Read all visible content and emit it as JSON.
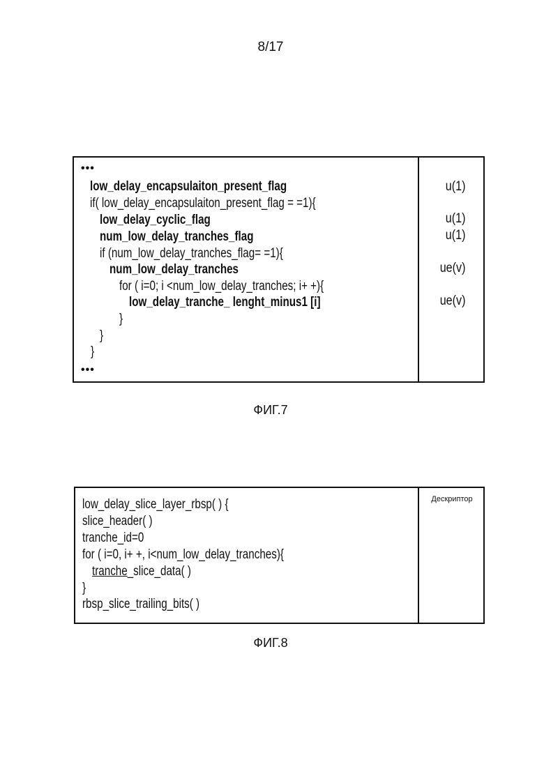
{
  "page_number": "8/17",
  "fig7": {
    "caption": "ФИГ.7",
    "ellipsis_top": "•••",
    "ellipsis_bottom": "•••",
    "lines": [
      {
        "text": "low_delay_encapsulaiton_present_flag",
        "descriptor": "u(1)"
      },
      {
        "text": "if( low_delay_encapsulaiton_present_flag = =1){"
      },
      {
        "text": "low_delay_cyclic_flag",
        "descriptor": "u(1)"
      },
      {
        "text": "num_low_delay_tranches_flag",
        "descriptor": "u(1)"
      },
      {
        "text": "if (num_low_delay_tranches_flag= =1){"
      },
      {
        "text": "num_low_delay_tranches",
        "descriptor": "ue(v)"
      },
      {
        "text": "for ( i=0; i <num_low_delay_tranches; i+ +){"
      },
      {
        "text": "low_delay_tranche_ lenght_minus1 [i]",
        "descriptor": "ue(v)"
      },
      {
        "text": "}"
      },
      {
        "text": "}"
      },
      {
        "text": "}"
      }
    ]
  },
  "fig8": {
    "caption": "ФИГ.8",
    "descriptor_header": "Дескриптор",
    "lines": [
      {
        "text": "low_delay_slice_layer_rbsp( ) {"
      },
      {
        "text": "slice_header( )"
      },
      {
        "text": "tranche_id=0"
      },
      {
        "text": "for ( i=0, i+ +, i<num_low_delay_tranches){"
      },
      {
        "text_underlined": "tranche",
        "text": "_slice_data( )"
      },
      {
        "text": "}"
      },
      {
        "text": "rbsp_slice_trailing_bits( )"
      }
    ]
  }
}
